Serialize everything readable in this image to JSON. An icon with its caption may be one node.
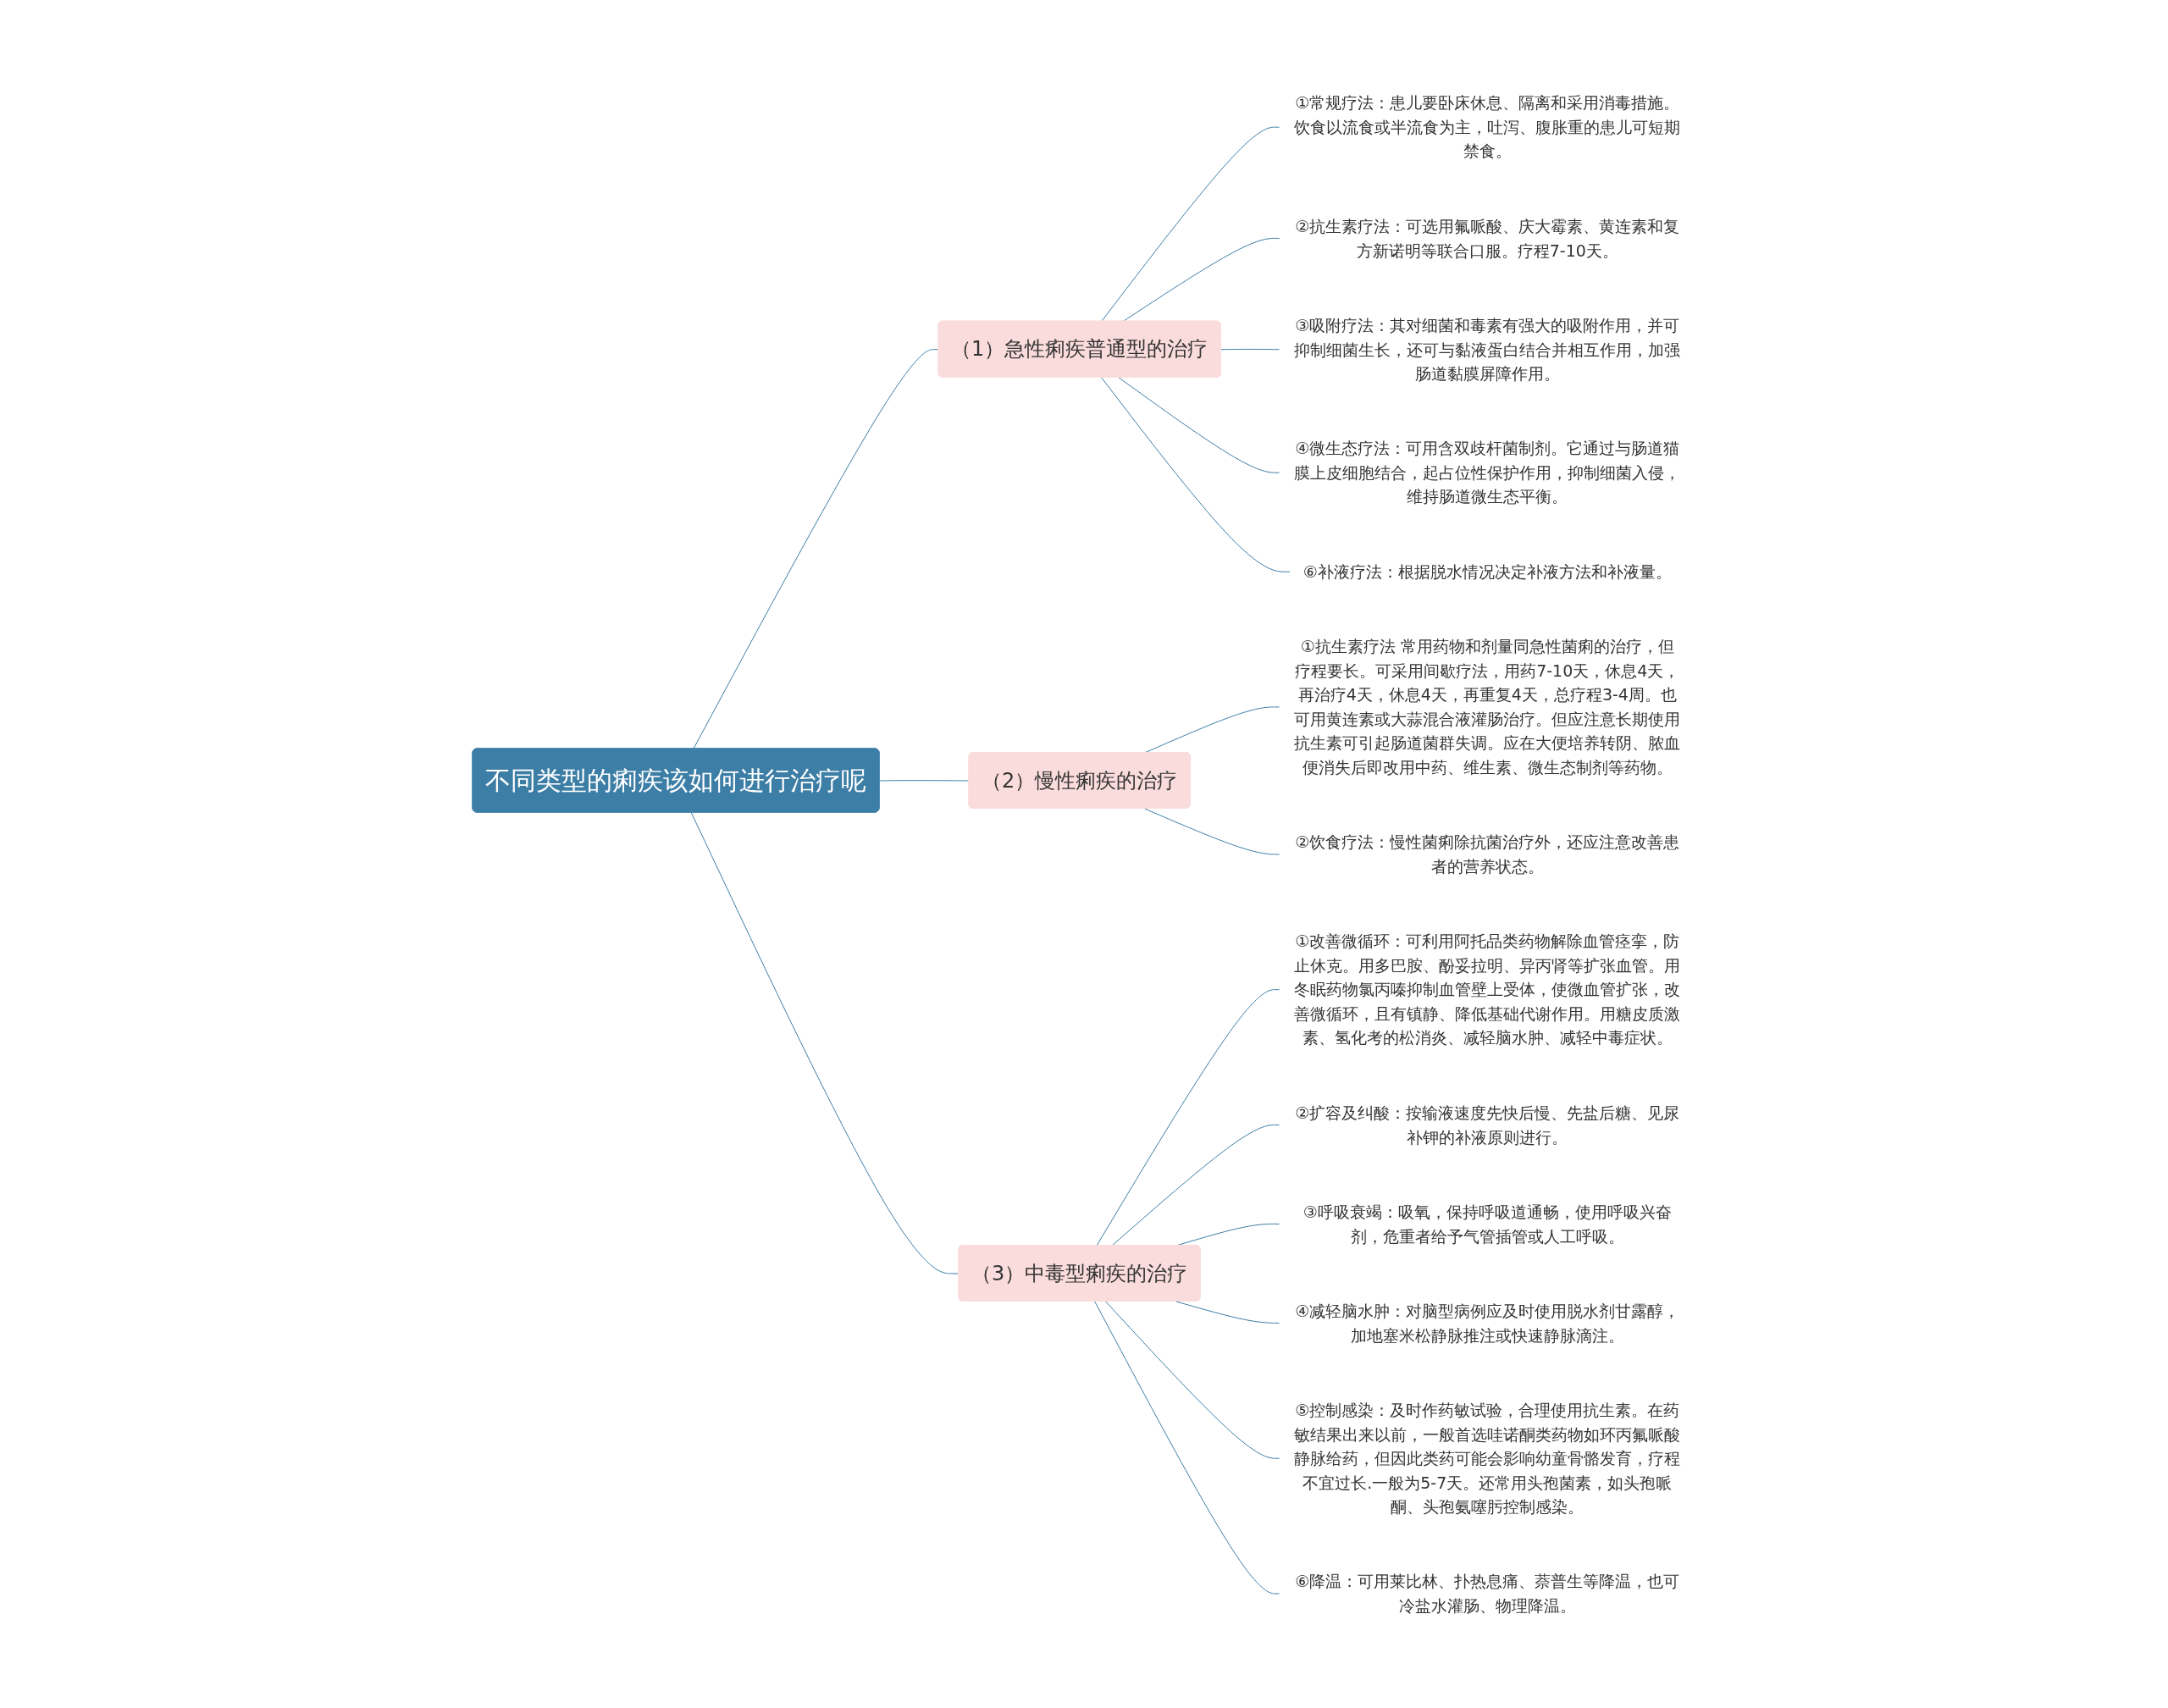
{
  "diagram": {
    "nodes": [
      {
        "text": [
          "不同类型的痢疾该如何进行治疗呢"
        ]
      },
      {
        "text": [
          "（1）急性痢疾普通型的治疗"
        ]
      },
      {
        "text": [
          "①常规疗法：患儿要卧床休息、隔离和采用消毒措施。饮食以流食或半流食为主，吐泻、腹胀重的患儿可短期禁食。"
        ]
      },
      {
        "text": [
          "②抗生素疗法：可选用氟哌酸、庆大霉素、黄连素和复方新诺明等联合口服。疗程7-10天。"
        ]
      },
      {
        "text": [
          "③吸附疗法：其对细菌和毒素有强大的吸附作用，并可抑制细菌生长，还可与黏液蛋白结合并相互作用，加强肠道黏膜屏障作用。"
        ]
      },
      {
        "text": [
          "④微生态疗法：可用含双歧杆菌制剂。它通过与肠道猫膜上皮细胞结合，起占位性保护作用，抑制细菌入侵，维持肠道微生态平衡。"
        ]
      },
      {
        "text": [
          "⑥补液疗法：根据脱水情况决定补液方法和补液量。"
        ]
      },
      {
        "text": [
          "（2）慢性痢疾的治疗"
        ]
      },
      {
        "text": [
          "①抗生素疗法 常用药物和剂量同急性菌痢的治疗，但疗程要长。可采用间歇疗法，用药7-10天，休息4天，再治疗4天，休息4天，再重复4天，总疗程3-4周。也可用黄连素或大蒜混合液灌肠治疗。但应注意长期使用抗生素可引起肠道菌群失调。应在大便培养转阴、脓血便消失后即改用中药、维生素、微生态制剂等药物。"
        ]
      },
      {
        "text": [
          "②饮食疗法：慢性菌痢除抗菌治疗外，还应注意改善患者的营养状态。"
        ]
      },
      {
        "text": [
          "（3）中毒型痢疾的治疗"
        ]
      },
      {
        "text": [
          "①改善微循环：可利用阿托品类药物解除血管痉挛，防止休克。用多巴胺、酚妥拉明、异丙肾等扩张血管。用冬眠药物氯丙嗪抑制血管壁上受体，使微血管扩张，改善微循环，且有镇静、降低基础代谢作用。用糖皮质激素、氢化考的松消炎、减轻脑水肿、减轻中毒症状。"
        ]
      },
      {
        "text": [
          "②扩容及纠酸：按输液速度先快后慢、先盐后糖、见尿补钾的补液原则进行。"
        ]
      },
      {
        "text": [
          "③呼吸衰竭：吸氧，保持呼吸道通畅，使用呼吸兴奋剂，危重者给予气管插管或人工呼吸。"
        ]
      },
      {
        "text": [
          "④减轻脑水肿：对脑型病例应及时使用脱水剂甘露醇，加地塞米松静脉推注或快速静脉滴注。"
        ]
      },
      {
        "text": [
          "⑤控制感染：及时作药敏试验，合理使用抗生素。在药敏结果出来以前，一般首选哇诺酮类药物如环丙氟哌酸静脉给药，但因此类药可能会影响幼童骨骼发育，疗程不宜过长.一般为5-7天。还常用头孢菌素，如头孢哌酮、头孢氨噻肟控制感染。"
        ]
      },
      {
        "text": [
          "⑥降温：可用莱比林、扑热息痛、萘普生等降温，也可冷盐水灌肠、物理降温。"
        ]
      }
    ],
    "edges": [
      {
        "from": 0,
        "to": 1,
        "arrow": "none"
      },
      {
        "from": 1,
        "to": 2,
        "arrow": "none"
      },
      {
        "from": 1,
        "to": 3,
        "arrow": "none"
      },
      {
        "from": 1,
        "to": 4,
        "arrow": "none"
      },
      {
        "from": 1,
        "to": 5,
        "arrow": "none"
      },
      {
        "from": 1,
        "to": 6,
        "arrow": "none"
      },
      {
        "from": 0,
        "to": 7,
        "arrow": "none"
      },
      {
        "from": 7,
        "to": 8,
        "arrow": "none"
      },
      {
        "from": 7,
        "to": 9,
        "arrow": "none"
      },
      {
        "from": 0,
        "to": 10,
        "arrow": "none"
      },
      {
        "from": 10,
        "to": 11,
        "arrow": "none"
      },
      {
        "from": 10,
        "to": 12,
        "arrow": "none"
      },
      {
        "from": 10,
        "to": 13,
        "arrow": "none"
      },
      {
        "from": 10,
        "to": 14,
        "arrow": "none"
      },
      {
        "from": 10,
        "to": 15,
        "arrow": "none"
      },
      {
        "from": 10,
        "to": 16,
        "arrow": "none"
      }
    ]
  }
}
